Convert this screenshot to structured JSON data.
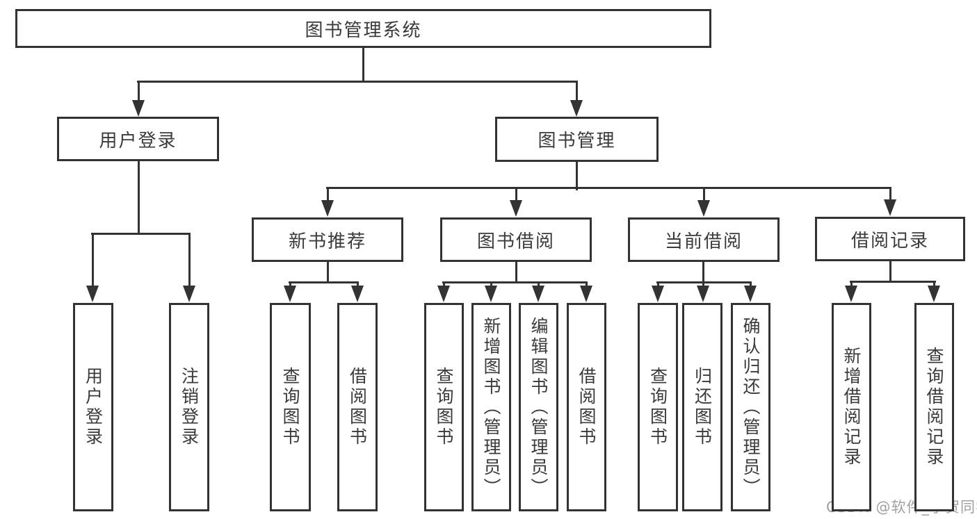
{
  "tree": {
    "label": "图书管理系统",
    "children": [
      {
        "label": "用户登录",
        "children": [
          {
            "label": "用户登录"
          },
          {
            "label": "注销登录"
          }
        ]
      },
      {
        "label": "图书管理",
        "children": [
          {
            "label": "新书推荐",
            "children": [
              {
                "label": "查询图书"
              },
              {
                "label": "借阅图书"
              }
            ]
          },
          {
            "label": "图书借阅",
            "children": [
              {
                "label": "查询图书"
              },
              {
                "label": "新增图书（管理员）"
              },
              {
                "label": "编辑图书（管理员）"
              },
              {
                "label": "借阅图书"
              }
            ]
          },
          {
            "label": "当前借阅",
            "children": [
              {
                "label": "查询图书"
              },
              {
                "label": "归还图书"
              },
              {
                "label": "确认归还（管理员）"
              }
            ]
          },
          {
            "label": "借阅记录",
            "children": [
              {
                "label": "新增借阅记录"
              },
              {
                "label": "查询借阅记录"
              }
            ]
          }
        ]
      }
    ]
  },
  "watermark": "CSDN @软件_小贺同学",
  "colors": {
    "line": "#333333",
    "text": "#3a3a3a",
    "watermark": "#969696",
    "background": "#ffffff"
  }
}
